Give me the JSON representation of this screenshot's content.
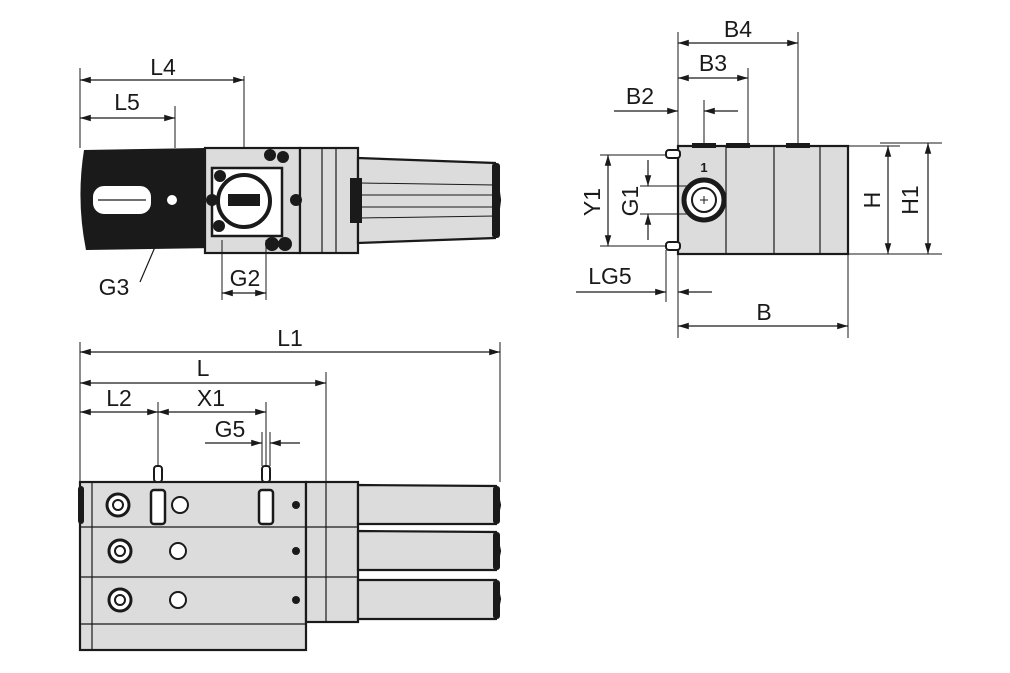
{
  "labels": {
    "L4": "L4",
    "L5": "L5",
    "G3": "G3",
    "G2": "G2",
    "L1": "L1",
    "L": "L",
    "L2": "L2",
    "X1": "X1",
    "G5": "G5",
    "B4": "B4",
    "B3": "B3",
    "B2": "B2",
    "Y1": "Y1",
    "G1": "G1",
    "H": "H",
    "H1": "H1",
    "LG5": "LG5",
    "B": "B"
  },
  "marks": {
    "one": "1"
  }
}
